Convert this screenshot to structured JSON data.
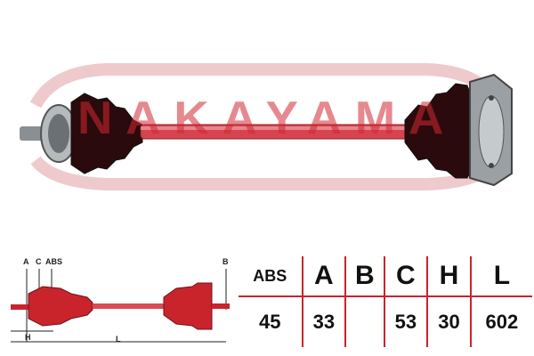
{
  "brand": {
    "watermark_text": "NAKAYAMA",
    "watermark_color": "#d22832"
  },
  "product_image": {
    "description": "drive shaft",
    "boot_color": "#2a0a0c",
    "shaft_color": "#d7444f"
  },
  "diagram": {
    "labels": {
      "a": "A",
      "c": "C",
      "abs": "ABS",
      "b": "B",
      "h": "H",
      "l": "L"
    }
  },
  "spec_table": {
    "headers": [
      "ABS",
      "A",
      "B",
      "C",
      "H",
      "L"
    ],
    "values": [
      "45",
      "33",
      "",
      "53",
      "30",
      "602"
    ],
    "accent": "#c9242c"
  }
}
